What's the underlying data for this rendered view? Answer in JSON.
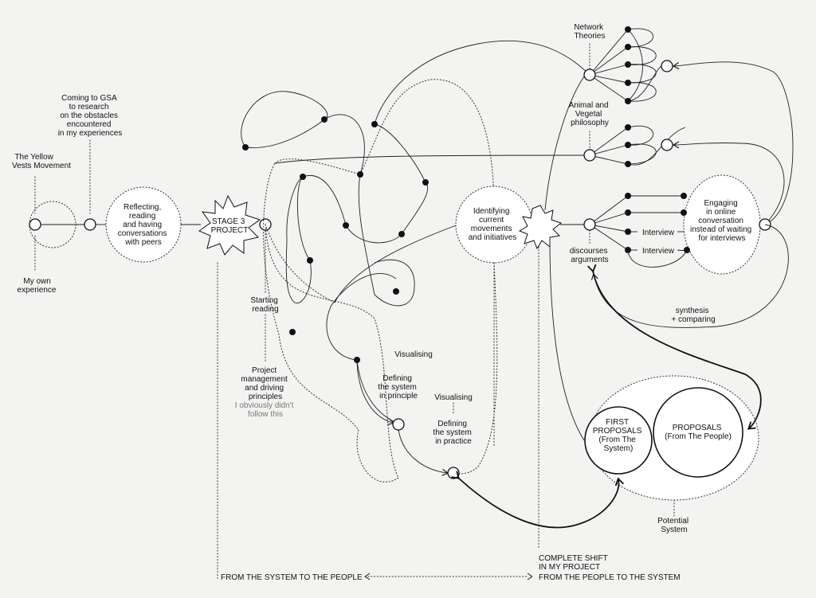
{
  "labels": {
    "yellow_vests": [
      "The Yellow",
      "Vests Movement"
    ],
    "own_experience": [
      "My own",
      "experience"
    ],
    "coming_gsa": [
      "Coming to GSA",
      "to research",
      "on the obstacles",
      "encountered",
      "in my experiences"
    ],
    "reflecting": [
      "Reflecting,",
      "reading",
      "and having",
      "conversations",
      "with peers"
    ],
    "stage3": [
      "STAGE 3",
      "PROJECT"
    ],
    "starting_reading": [
      "Starting",
      "reading"
    ],
    "project_management": [
      "Project",
      "management",
      "and driving",
      "principles"
    ],
    "not_followed": [
      "I obviously didn't",
      "follow this"
    ],
    "visualising_1": "Visualising",
    "visualising_2": "Visualising",
    "defining_principle": [
      "Defining",
      "the system",
      "in principle"
    ],
    "defining_practice": [
      "Defining",
      "the system",
      "in practice"
    ],
    "identifying": [
      "Identifying",
      "current",
      "movements",
      "and initiatives"
    ],
    "network_theories": [
      "Network",
      "Theories"
    ],
    "animal_vegetal": [
      "Animal and",
      "Vegetal",
      "philosophy"
    ],
    "discourses": [
      "discourses",
      "arguments"
    ],
    "interview_1": "Interview",
    "interview_2": "Interview",
    "engaging": [
      "Engaging",
      "in online",
      "conversation",
      "instead of waiting",
      "for interviews"
    ],
    "synthesis": [
      "synthesis",
      "+ comparing"
    ],
    "first_proposals": [
      "FIRST",
      "PROPOSALS",
      "(From The",
      "System)"
    ],
    "proposals_people": [
      "PROPOSALS",
      "(From The People)"
    ],
    "potential_system": [
      "Potential",
      "System"
    ],
    "complete_shift": [
      "COMPLETE SHIFT",
      "IN MY PROJECT"
    ],
    "from_system": "FROM THE SYSTEM TO THE PEOPLE",
    "from_people": "FROM THE PEOPLE TO THE SYSTEM"
  }
}
